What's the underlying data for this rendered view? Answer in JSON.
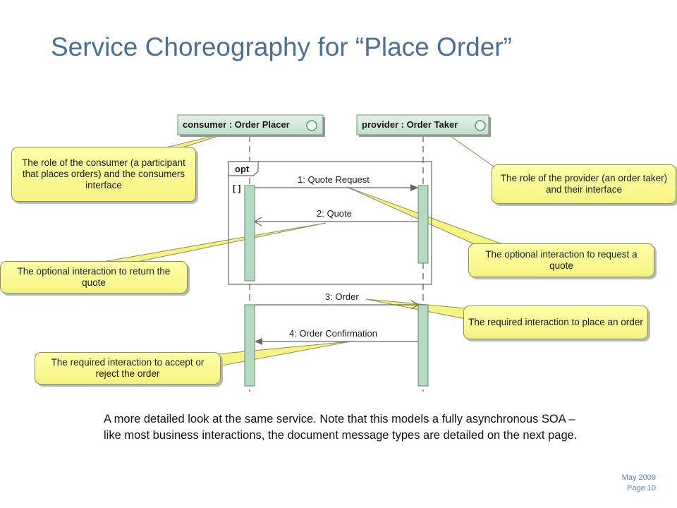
{
  "slide": {
    "title": "Service Choreography for “Place Order”",
    "caption": "A more detailed look at the same service. Note that this models a fully asynchronous SOA – like most business interactions, the document message types are detailed on the next page.",
    "footer": {
      "date": "May 2009",
      "page": "Page 10"
    }
  },
  "diagram": {
    "lifelines": [
      {
        "label": "consumer : Order Placer"
      },
      {
        "label": "provider : Order Taker"
      }
    ],
    "fragment": {
      "operator": "opt",
      "guard": "[ ]"
    },
    "messages": [
      {
        "label": "1: Quote Request"
      },
      {
        "label": "2: Quote"
      },
      {
        "label": "3: Order"
      },
      {
        "label": "4: Order Confirmation"
      }
    ]
  },
  "callouts": {
    "consumer_role": "The role of the consumer (a participant that places orders) and the consumers interface",
    "provider_role": "The role of the provider (an order taker) and their interface",
    "return_quote": "The optional interaction to return the quote",
    "request_quote": "The optional interaction to request a quote",
    "place_order": "The required interaction to place an order",
    "accept_order": "The required interaction to accept or reject the order"
  },
  "colors": {
    "title": "#4a7095",
    "lifeline_head": "#c8e6d4",
    "activation": "#b5dac3",
    "callout_fill": "#ffffa8",
    "footer": "#5b84ad"
  }
}
